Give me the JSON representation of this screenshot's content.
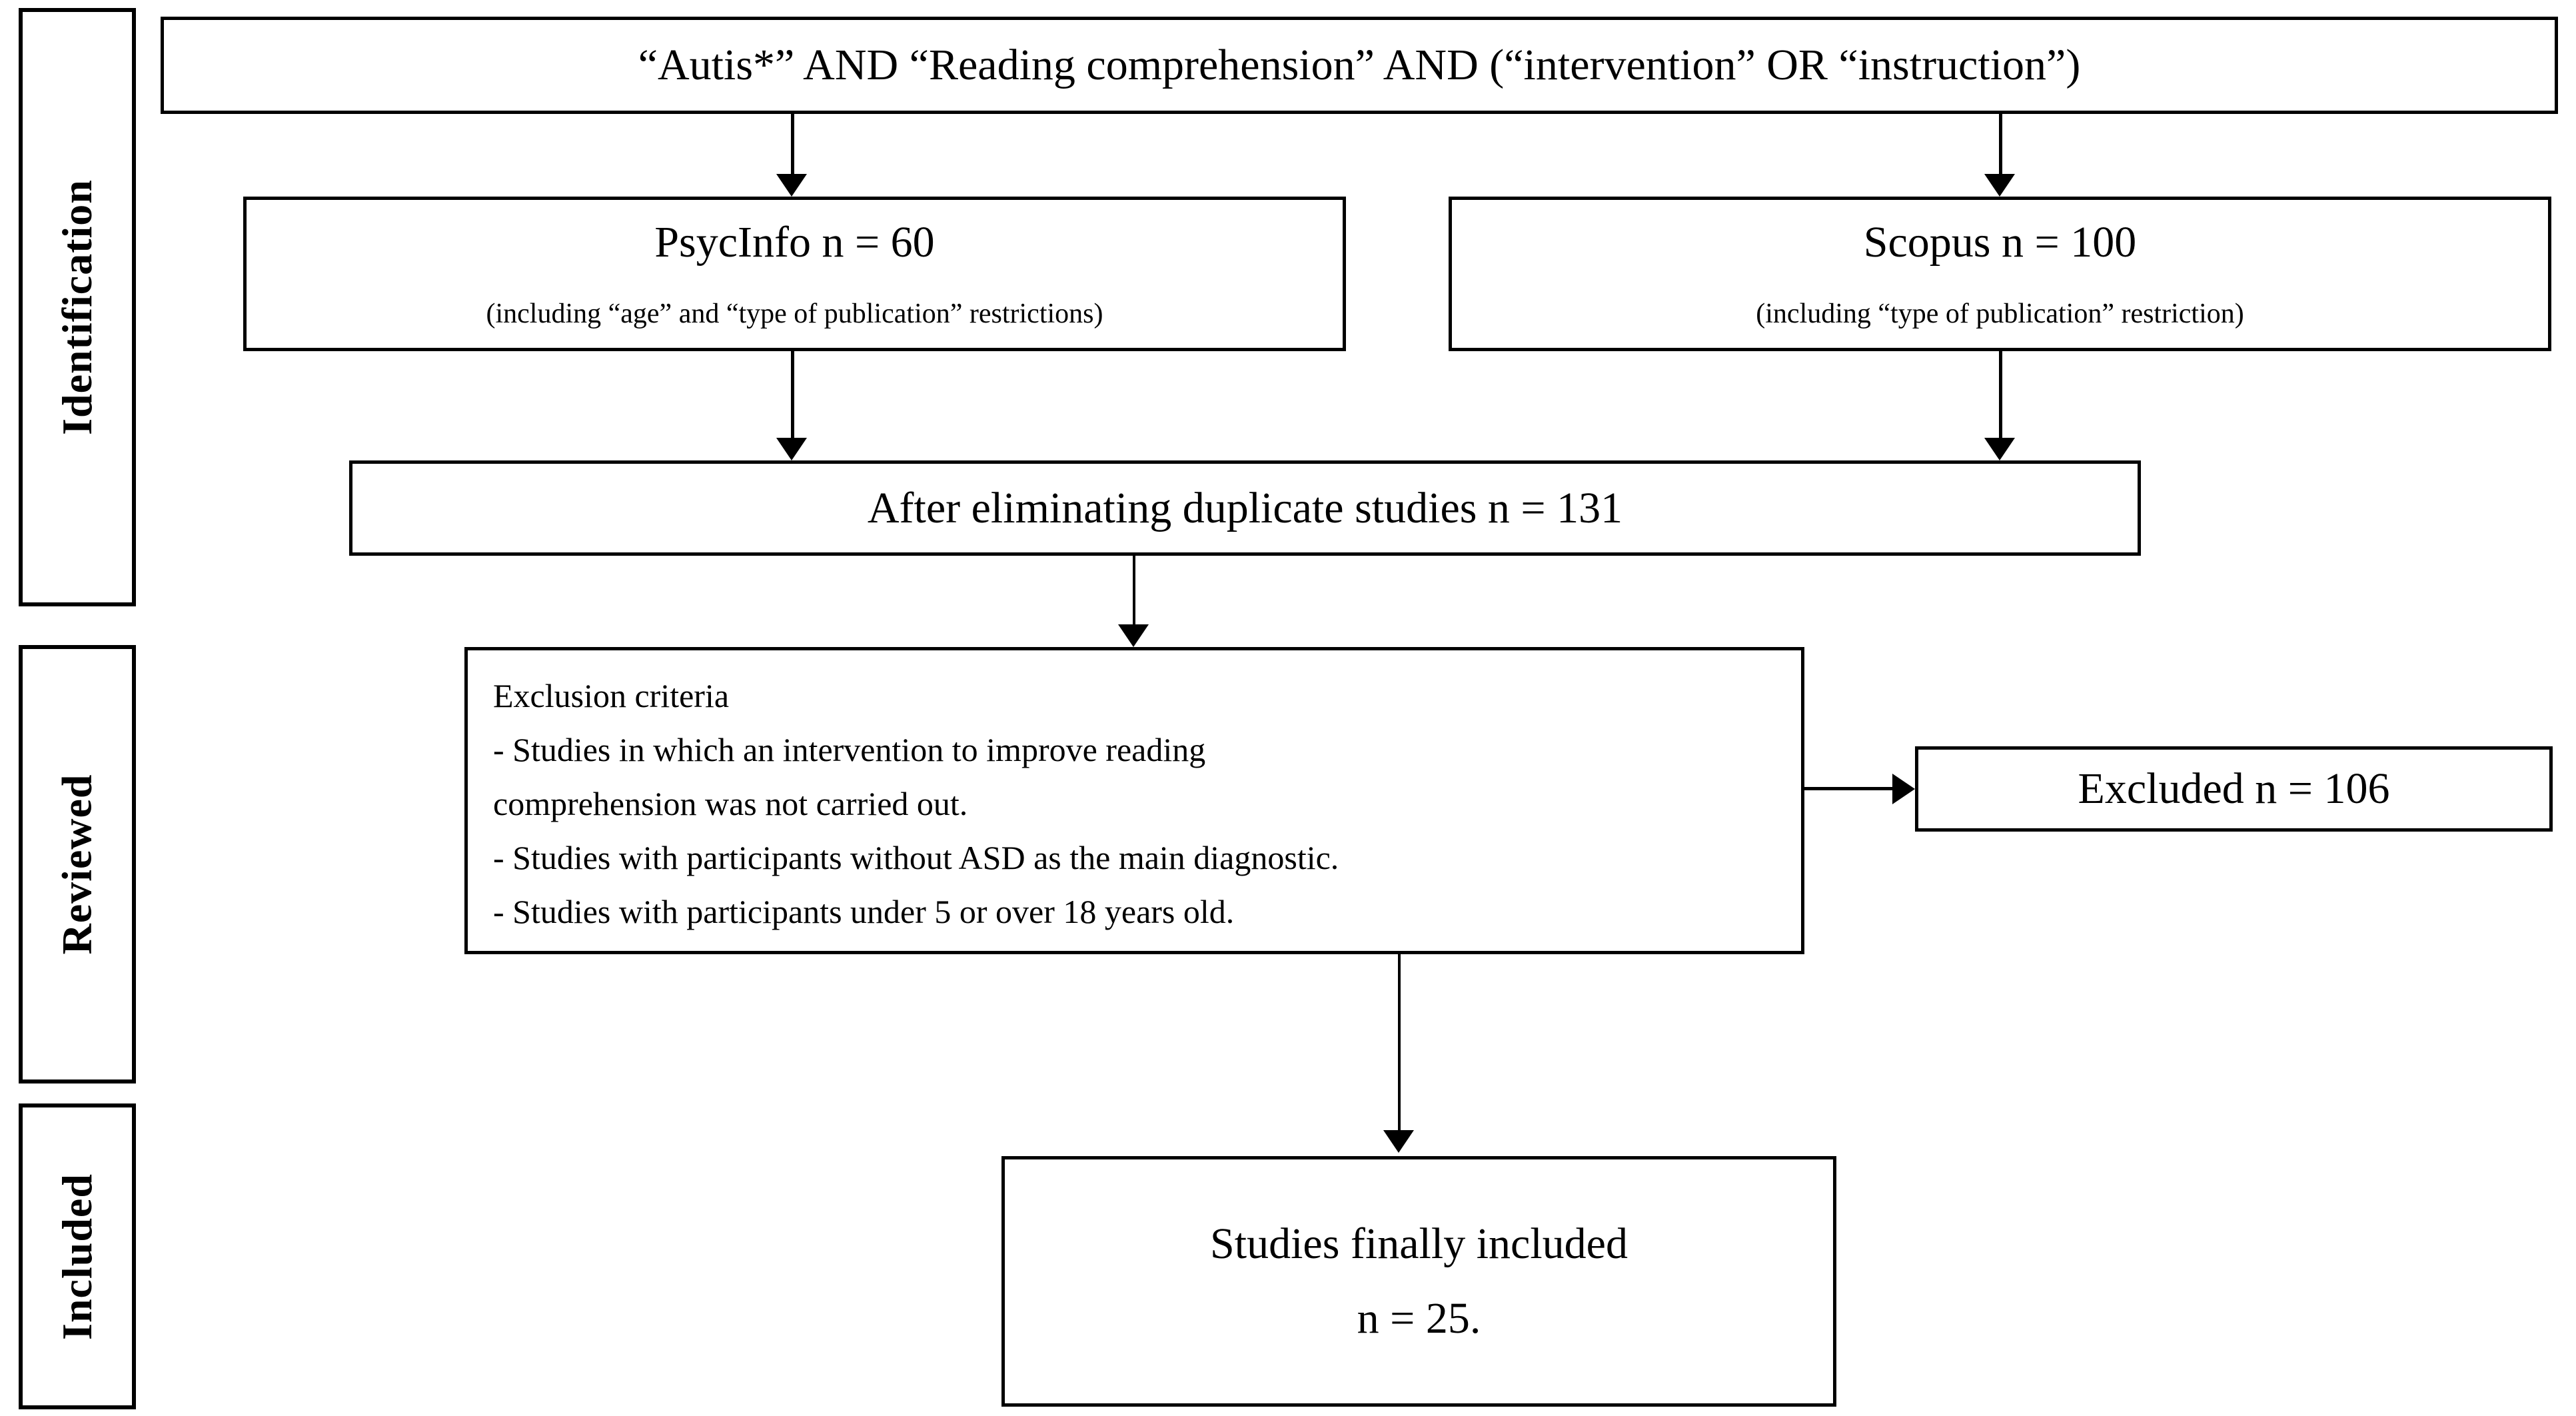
{
  "stages": [
    {
      "label": "Identification"
    },
    {
      "label": "Reviewed"
    },
    {
      "label": "Included"
    }
  ],
  "boxes": {
    "query": {
      "text": "“Autis*” AND “Reading comprehension” AND (“intervention” OR “instruction”)"
    },
    "psycinfo": {
      "title": "PsycInfo n = 60",
      "note": "(including “age” and “type of publication” restrictions)"
    },
    "scopus": {
      "title": "Scopus n = 100",
      "note": "(including “type of publication” restriction)"
    },
    "duplicates": {
      "text": "After eliminating duplicate studies n = 131"
    },
    "exclusion": {
      "heading": "Exclusion criteria",
      "criteria": [
        "- Studies in which an intervention to improve reading",
        "comprehension was not carried out.",
        "- Studies with participants without ASD as the main diagnostic.",
        "- Studies with participants under 5 or over 18 years old."
      ]
    },
    "excluded": {
      "text": "Excluded n = 106"
    },
    "included": {
      "line1": "Studies finally included",
      "line2": "n = 25."
    }
  },
  "colors": {
    "stroke": "#000000",
    "background": "#ffffff"
  }
}
